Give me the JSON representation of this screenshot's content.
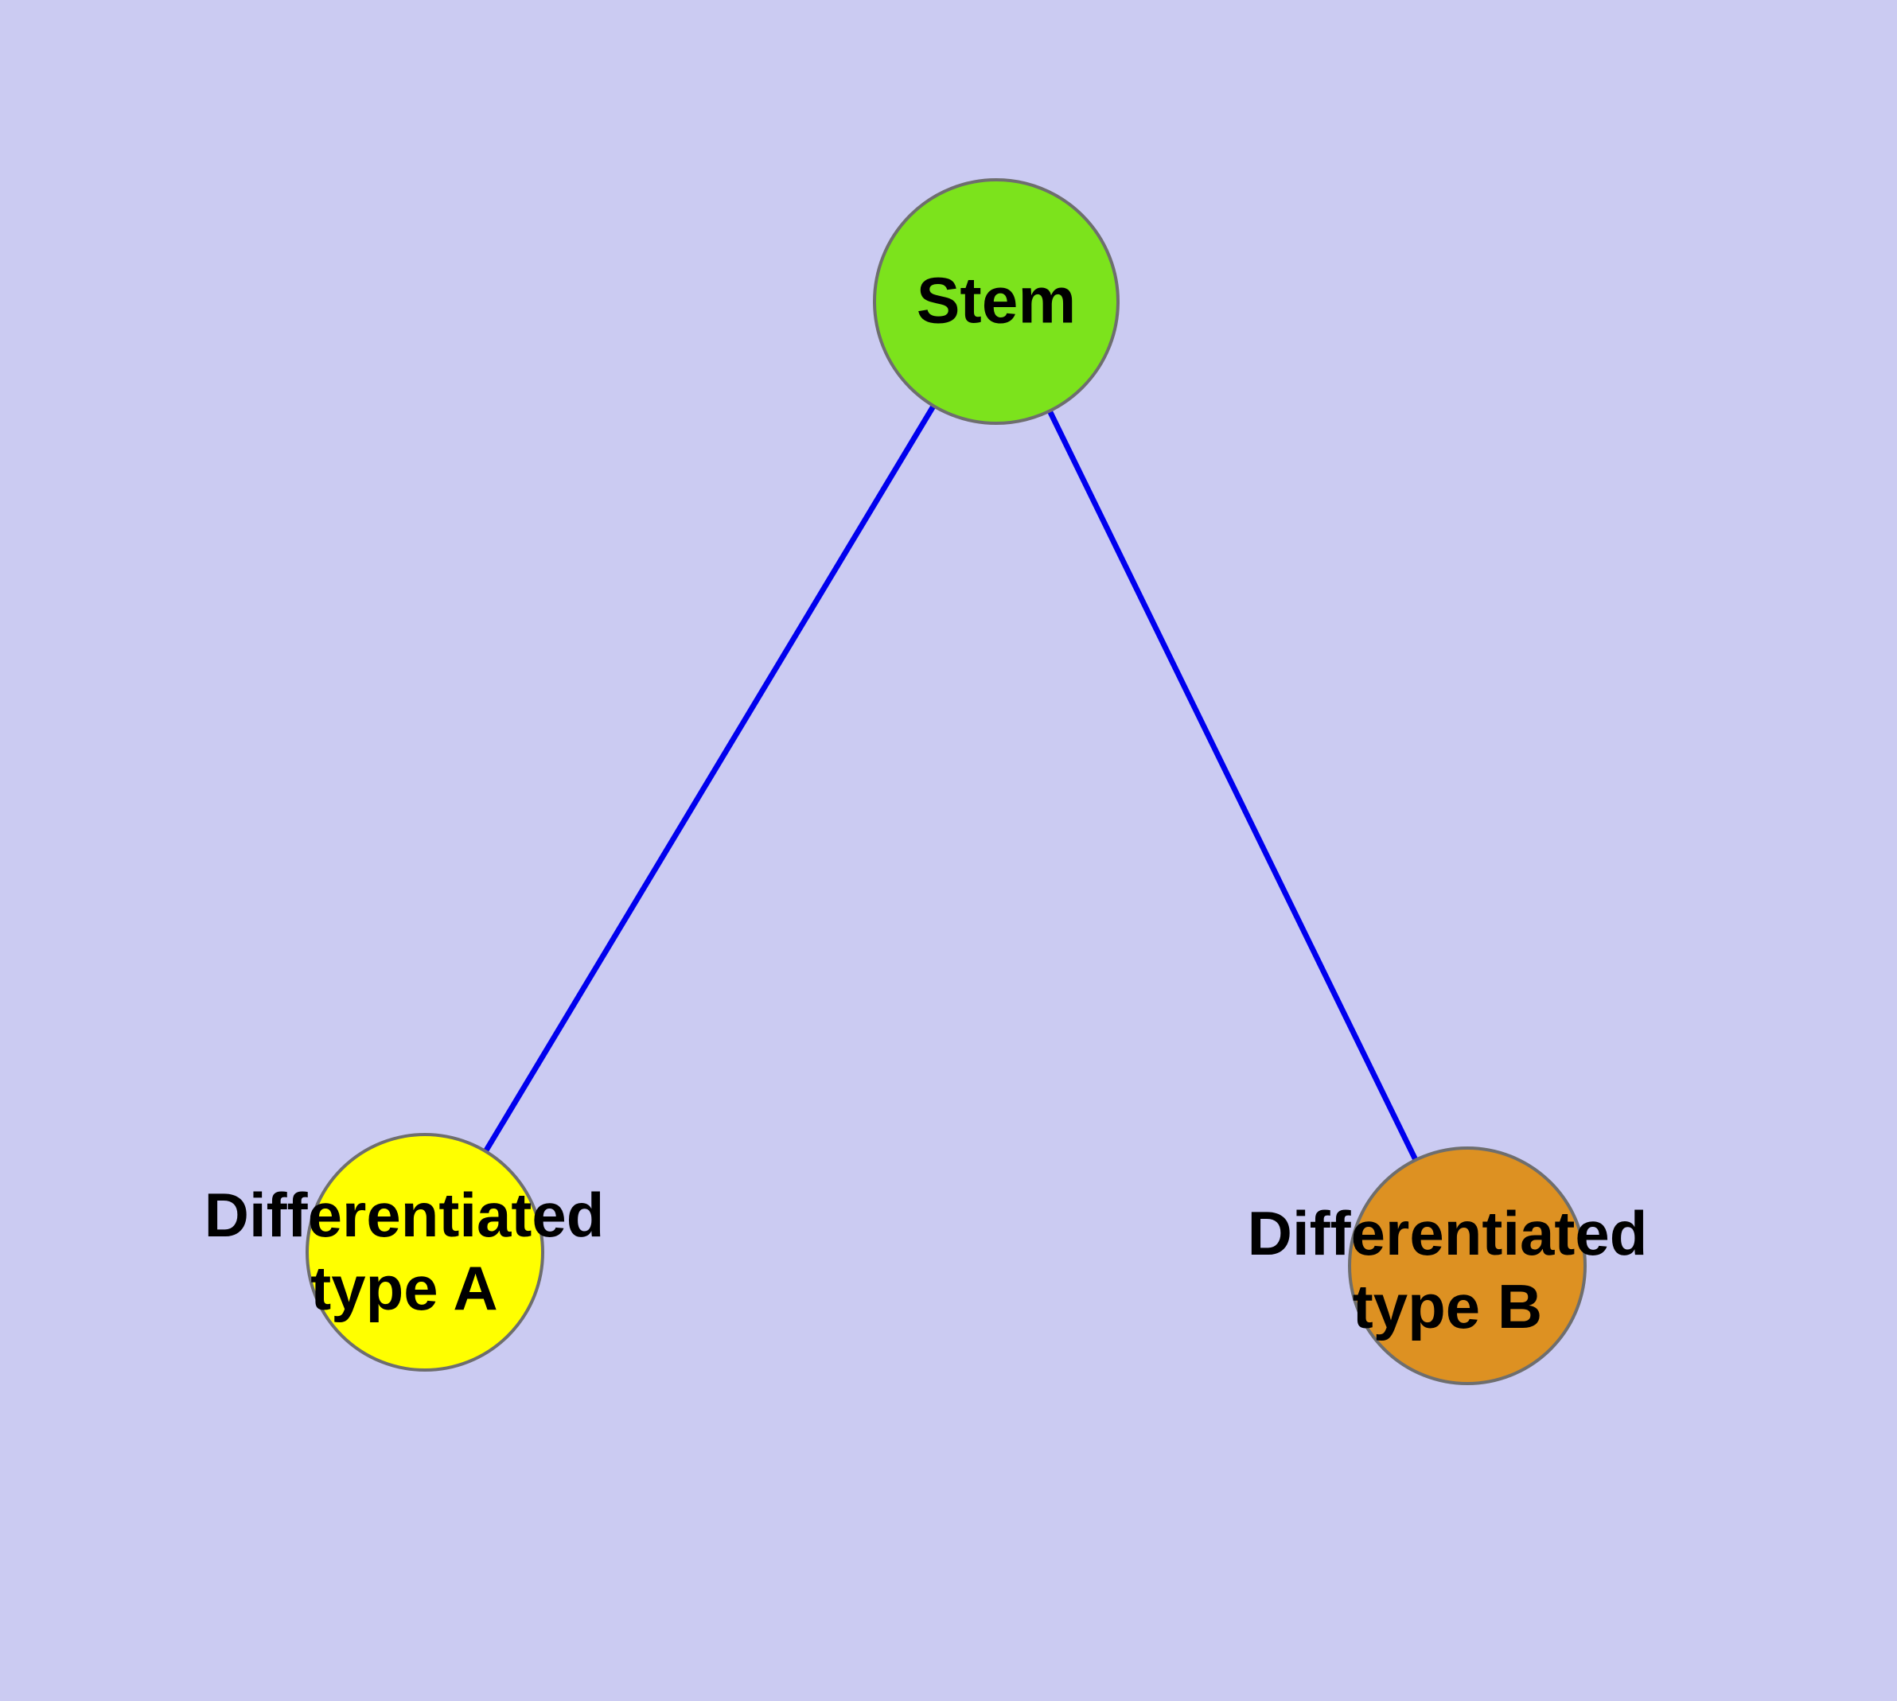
{
  "diagram": {
    "background_color": "#cbcbf2",
    "edge_color": "#0000ee",
    "node_border_color": "#6e6e6e",
    "nodes": [
      {
        "id": "stem",
        "label": "Stem",
        "fill": "#7ce31c"
      },
      {
        "id": "differentiated-type-a",
        "label": "Differentiated\ntype A",
        "fill": "#ffff00"
      },
      {
        "id": "differentiated-type-b",
        "label": "Differentiated\ntype B",
        "fill": "#dd9122"
      }
    ],
    "edges": [
      {
        "from": "stem",
        "to": "differentiated-type-a"
      },
      {
        "from": "stem",
        "to": "differentiated-type-b"
      }
    ]
  }
}
